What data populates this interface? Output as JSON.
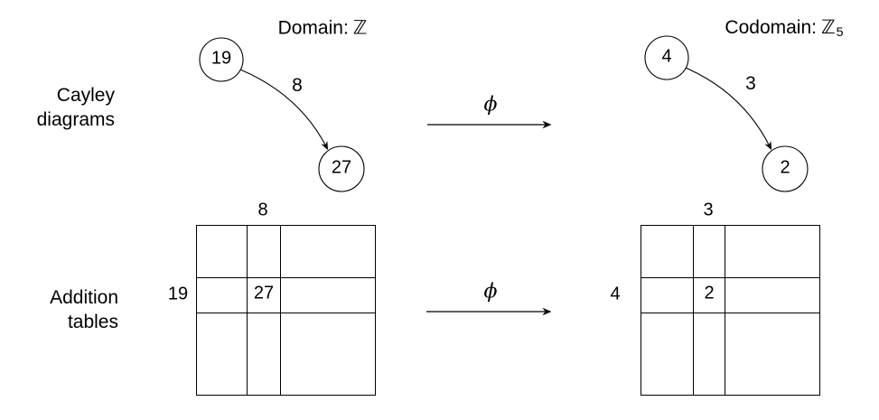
{
  "colors": {
    "ink": "#000000",
    "background": "#ffffff"
  },
  "row_labels": {
    "cayley": [
      "Cayley",
      "diagrams"
    ],
    "tables": [
      "Addition",
      "tables"
    ]
  },
  "domain": {
    "title": "Domain:",
    "set_symbol": "ℤ",
    "cayley": {
      "source": "19",
      "target": "27",
      "generator": "8"
    },
    "table": {
      "column_header": "8",
      "row_header": "19",
      "cell_value": "27"
    }
  },
  "codomain": {
    "title": "Codomain:",
    "set_symbol": "ℤ",
    "set_subscript": "5",
    "cayley": {
      "source": "4",
      "target": "2",
      "generator": "3"
    },
    "table": {
      "column_header": "3",
      "row_header": "4",
      "cell_value": "2"
    }
  },
  "morphism": {
    "symbol": "ϕ"
  }
}
